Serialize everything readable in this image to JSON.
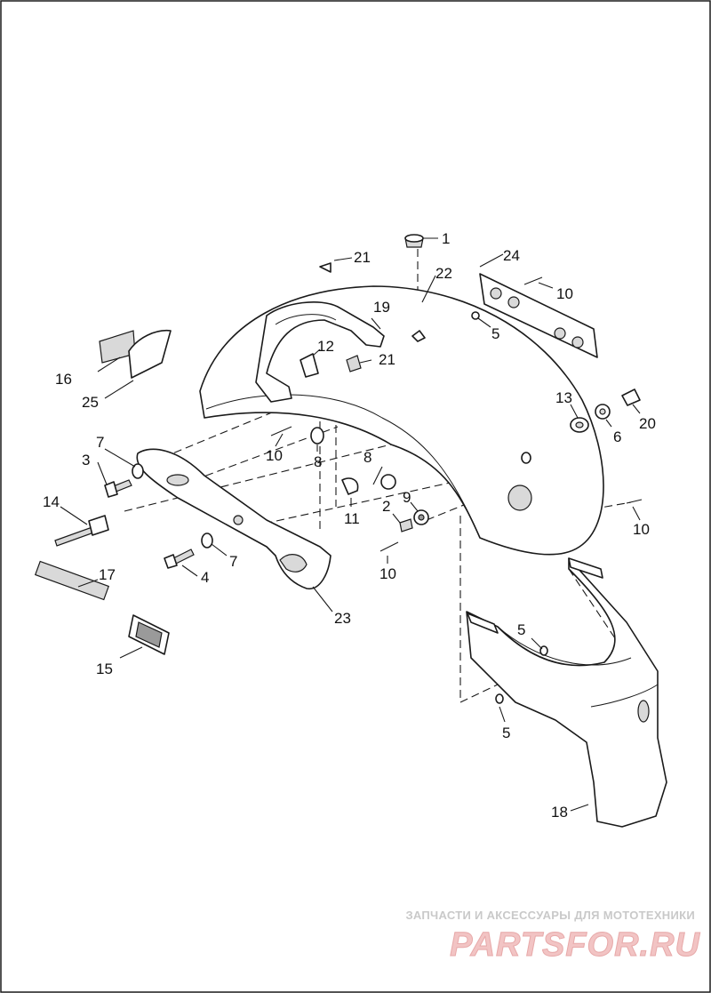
{
  "callouts": [
    "1",
    "2",
    "3",
    "4",
    "5",
    "5",
    "5",
    "6",
    "7",
    "7",
    "8",
    "8",
    "9",
    "10",
    "10",
    "10",
    "10",
    "11",
    "12",
    "13",
    "14",
    "15",
    "16",
    "17",
    "18",
    "19",
    "20",
    "21",
    "21",
    "22",
    "23",
    "24",
    "25"
  ],
  "watermark": {
    "tagline": "ЗАПЧАСТИ И АКСЕССУАРЫ ДЛЯ МОТОТЕХНИКИ",
    "logo": "PARTSFOR.RU"
  },
  "colors": {
    "line": "#1a1a1a",
    "shade": "#d9d9d9",
    "watermark": "#f2c4c4"
  }
}
